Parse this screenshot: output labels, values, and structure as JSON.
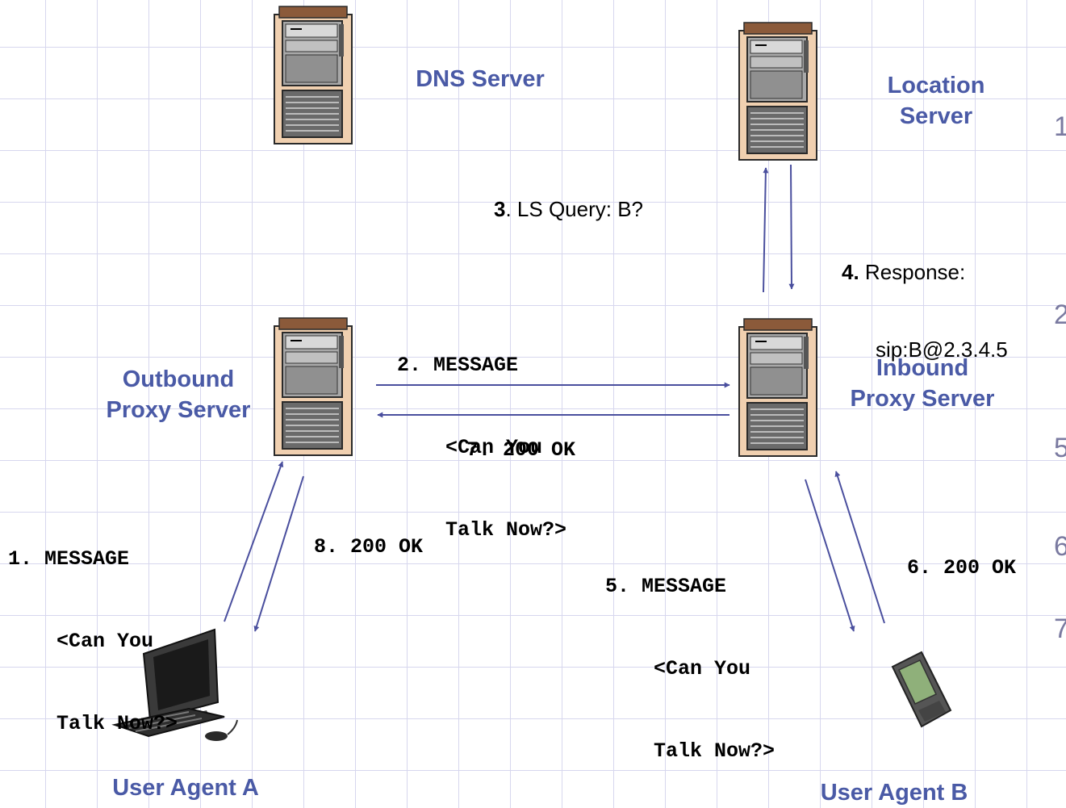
{
  "nodes": {
    "dns": {
      "label": "DNS Server"
    },
    "location": {
      "label_line1": "Location",
      "label_line2": "Server"
    },
    "outbound": {
      "label_line1": "Outbound",
      "label_line2": "Proxy Server"
    },
    "inbound": {
      "label_line1": "Inbound",
      "label_line2": "Proxy Server"
    },
    "ua_a": {
      "label": "User Agent A"
    },
    "ua_b": {
      "label": "User Agent B"
    }
  },
  "messages": {
    "m1": {
      "line1": "1. MESSAGE",
      "line2": "<Can You",
      "line3": "Talk Now?>"
    },
    "m2": {
      "line1": "2. MESSAGE",
      "line2": "<Can You",
      "line3": "Talk Now?>"
    },
    "m3": {
      "num": "3",
      "text": ". LS Query: B?"
    },
    "m4": {
      "num": "4.",
      "text": " Response:",
      "line2": "sip:B@2.3.4.5"
    },
    "m5": {
      "line1": "5. MESSAGE",
      "line2": "<Can You",
      "line3": "Talk Now?>"
    },
    "m6": {
      "text": "6. 200 OK"
    },
    "m7": {
      "text": "7. 200 OK"
    },
    "m8": {
      "text": "8. 200 OK"
    }
  },
  "edge_fragments": [
    "1",
    "2",
    "5",
    "6",
    "7"
  ],
  "colors": {
    "label": "#4a5aa6",
    "arrow": "#4a4f9e",
    "server_body": "#f0d0b0",
    "server_top": "#8b5a3a",
    "grid": "#d7d7ee"
  }
}
